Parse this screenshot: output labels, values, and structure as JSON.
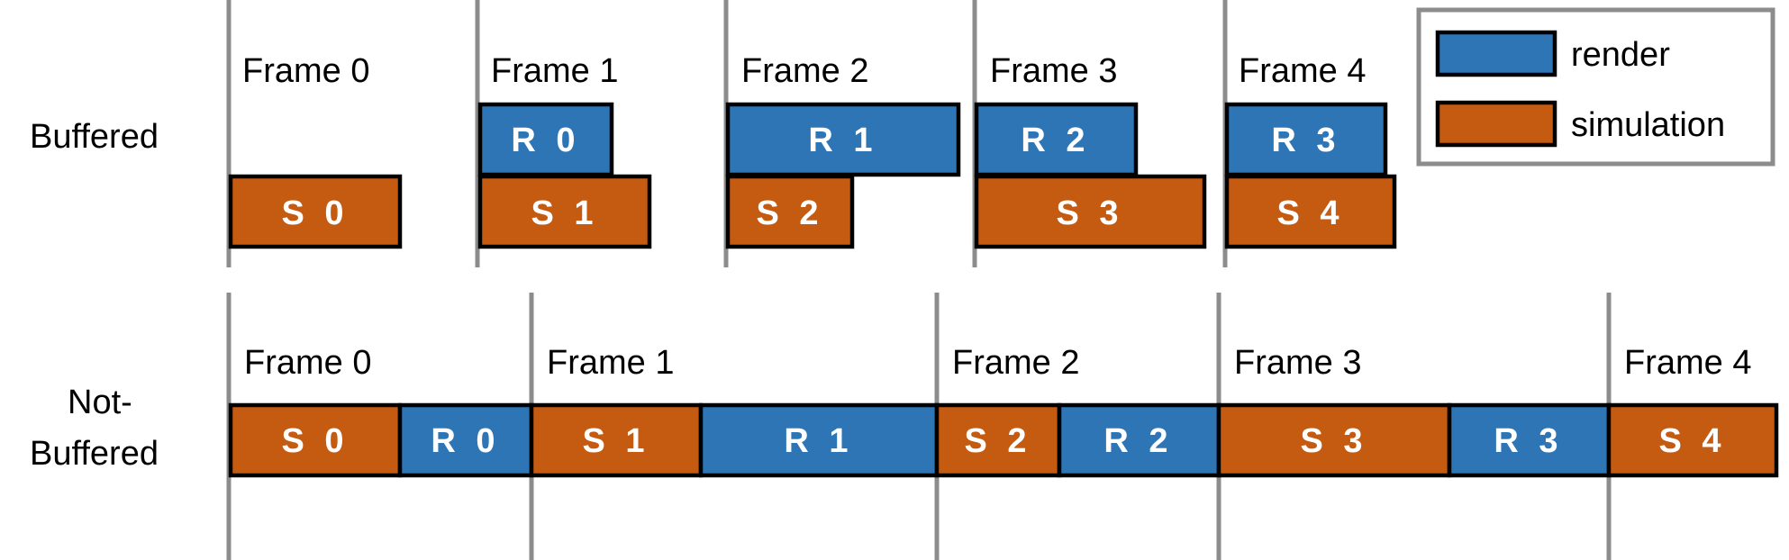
{
  "colors": {
    "render": "#2e75b6",
    "simulation": "#c55a11"
  },
  "legend": {
    "render_label": "render",
    "simulation_label": "simulation"
  },
  "buffered": {
    "row_label": "Buffered",
    "frames": [
      "Frame 0",
      "Frame 1",
      "Frame 2",
      "Frame 3",
      "Frame 4"
    ],
    "render_blocks": [
      "R 0",
      "R 1",
      "R 2",
      "R 3"
    ],
    "simulation_blocks": [
      "S 0",
      "S 1",
      "S 2",
      "S 3",
      "S 4"
    ]
  },
  "not_buffered": {
    "row_label_line1": "Not-",
    "row_label_line2": "Buffered",
    "frames": [
      "Frame 0",
      "Frame 1",
      "Frame 2",
      "Frame 3",
      "Frame 4"
    ],
    "blocks": [
      {
        "label": "S 0",
        "kind": "simulation"
      },
      {
        "label": "R 0",
        "kind": "render"
      },
      {
        "label": "S 1",
        "kind": "simulation"
      },
      {
        "label": "R 1",
        "kind": "render"
      },
      {
        "label": "S 2",
        "kind": "simulation"
      },
      {
        "label": "R 2",
        "kind": "render"
      },
      {
        "label": "S 3",
        "kind": "simulation"
      },
      {
        "label": "R 3",
        "kind": "render"
      },
      {
        "label": "S 4",
        "kind": "simulation"
      }
    ]
  }
}
